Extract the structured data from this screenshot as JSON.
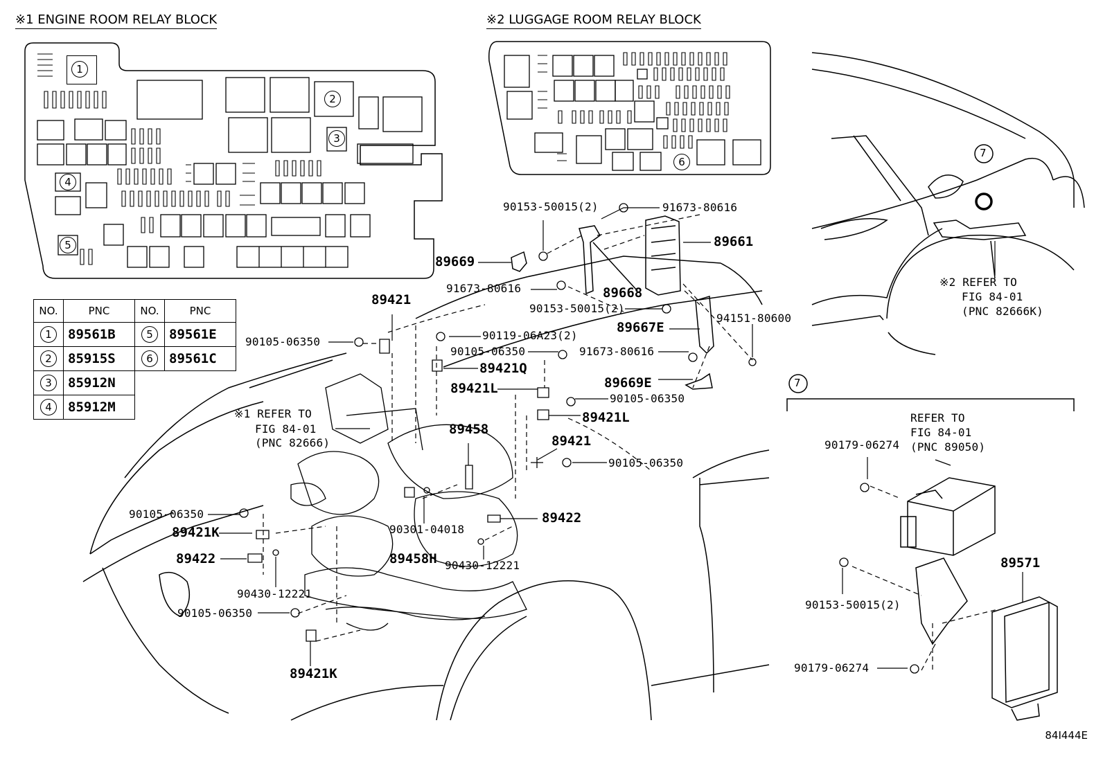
{
  "headers": {
    "engine_block": "※1 ENGINE ROOM RELAY BLOCK",
    "luggage_block": "※2 LUGGAGE ROOM RELAY BLOCK"
  },
  "relay_markers": [
    "1",
    "2",
    "3",
    "4",
    "5",
    "6"
  ],
  "table": {
    "col_no": "NO.",
    "col_pnc": "PNC",
    "rows": [
      {
        "no": "1",
        "pnc": "89561B"
      },
      {
        "no": "2",
        "pnc": "85915S"
      },
      {
        "no": "3",
        "pnc": "85912N"
      },
      {
        "no": "4",
        "pnc": "85912M"
      },
      {
        "no": "5",
        "pnc": "89561E"
      },
      {
        "no": "6",
        "pnc": "89561C"
      }
    ]
  },
  "labels": {
    "p90153_50015_2_top": "90153-50015(2)",
    "p91673_80616_a": "91673-80616",
    "p89661": "89661",
    "p89669": "89669",
    "p91673_80616_b": "91673-80616",
    "p89668": "89668",
    "p90153_50015_2_mid": "90153-50015(2)",
    "p89421_top": "89421",
    "p94151_80600": "94151-80600",
    "p89667E": "89667E",
    "p90105_06350_a": "90105-06350",
    "p90119_06A23": "90119-06A23(2)",
    "p90105_06350_b": "90105-06350",
    "p91673_80616_c": "91673-80616",
    "p89421Q": "89421Q",
    "p89421L_a": "89421L",
    "p89669E": "89669E",
    "p90105_06350_c": "90105-06350",
    "p89421L_b": "89421L",
    "ref1_line1": "※1 REFER TO",
    "ref1_line2": "FIG 84-01",
    "ref1_line3": "(PNC 82666)",
    "p89458": "89458",
    "p89421_mid": "89421",
    "p90105_06350_d": "90105-06350",
    "p90105_06350_e": "90105-06350",
    "p89421K_a": "89421K",
    "p90301_04018": "90301-04018",
    "p89422_a": "89422",
    "p89422_b": "89422",
    "p89458H": "89458H",
    "p90430_12221_a": "90430-12221",
    "p90430_12221_b": "90430-12221",
    "p90105_06350_f": "90105-06350",
    "p89421K_b": "89421K",
    "ref2_line1": "※2 REFER TO",
    "ref2_line2": "FIG 84-01",
    "ref2_line3": "(PNC 82666K)",
    "marker7_car": "7",
    "marker7_box": "7",
    "ref3_line1": "REFER TO",
    "ref3_line2": "FIG 84-01",
    "ref3_line3": "(PNC 89050)",
    "p90179_06274_a": "90179-06274",
    "p89571": "89571",
    "p90153_50015_2_bot": "90153-50015(2)",
    "p90179_06274_b": "90179-06274"
  },
  "figure_code": "84I444E"
}
